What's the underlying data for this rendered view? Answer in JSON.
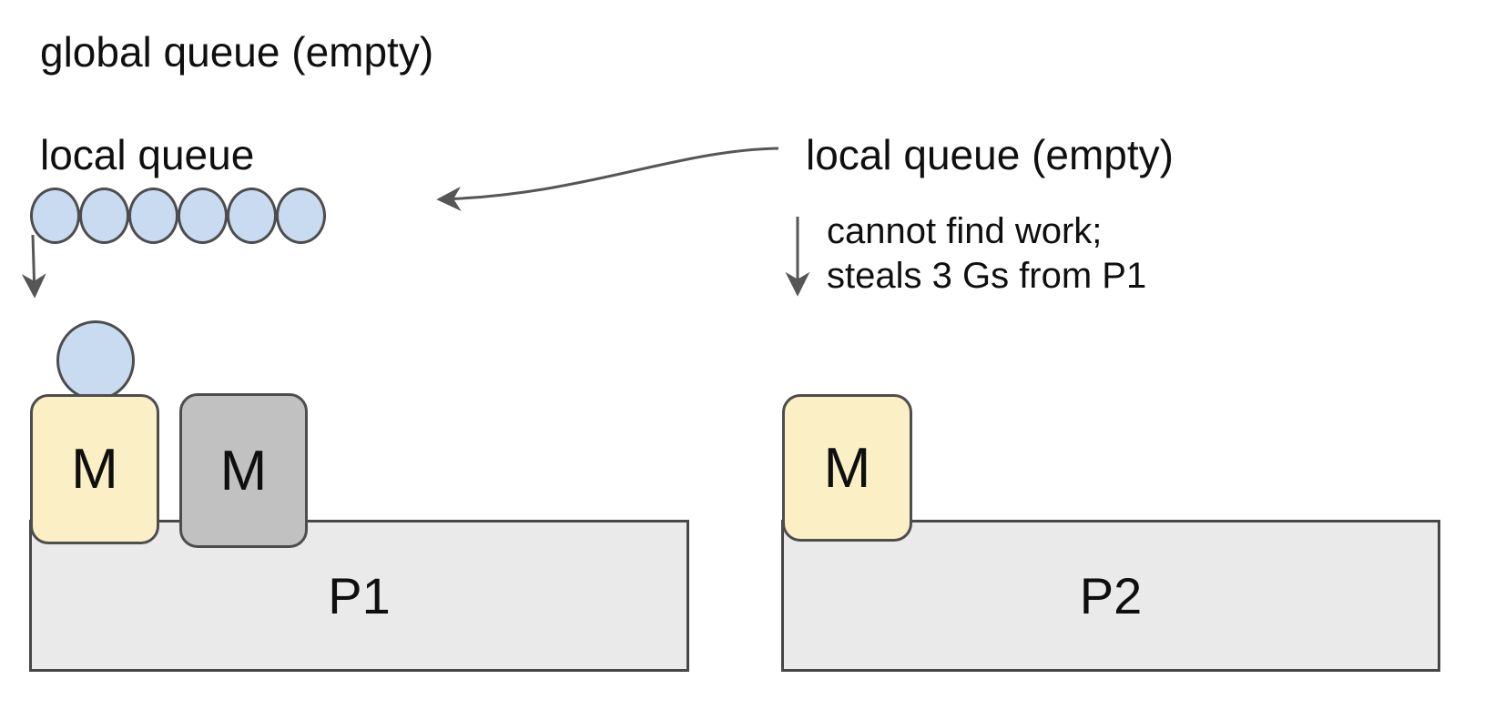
{
  "global_queue": {
    "label": "global queue (empty)",
    "goroutine_count": 0
  },
  "p1": {
    "label": "P1",
    "local_queue": {
      "label": "local queue",
      "goroutine_count": 6
    },
    "running_goroutine_count": 1,
    "machines": [
      {
        "label": "M",
        "state": "running"
      },
      {
        "label": "M",
        "state": "idle"
      }
    ]
  },
  "p2": {
    "label": "P2",
    "local_queue": {
      "label": "local queue (empty)",
      "goroutine_count": 0
    },
    "machines": [
      {
        "label": "M",
        "state": "running"
      }
    ],
    "annotation": {
      "line1": "cannot find work;",
      "line2": "steals 3 Gs from P1"
    }
  },
  "colors": {
    "goroutine_fill": "#c9dbf1",
    "m_running_fill": "#fbf0c5",
    "m_idle_fill": "#c1c1c1",
    "processor_fill": "#eaeaea",
    "shape_stroke": "#4d4d4d",
    "processor_stroke": "#474747",
    "arrow": "#565656",
    "text": "#0f0f0f",
    "background": "#ffffff"
  }
}
